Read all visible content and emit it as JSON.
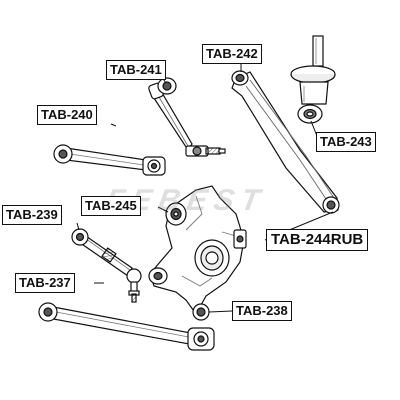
{
  "diagram": {
    "labels": {
      "tab_241": "TAB-241",
      "tab_242": "TAB-242",
      "tab_240": "TAB-240",
      "tab_243": "TAB-243",
      "tab_239": "TAB-239",
      "tab_245": "TAB-245",
      "tab_244rub": "TAB-244RUB",
      "tab_237": "TAB-237",
      "tab_238": "TAB-238"
    },
    "watermark": "FEBEST",
    "colors": {
      "ink": "#111111",
      "part_fill": "#ffffff",
      "shade": "#d9d9d9",
      "watermark": "#8c8c8c"
    }
  }
}
